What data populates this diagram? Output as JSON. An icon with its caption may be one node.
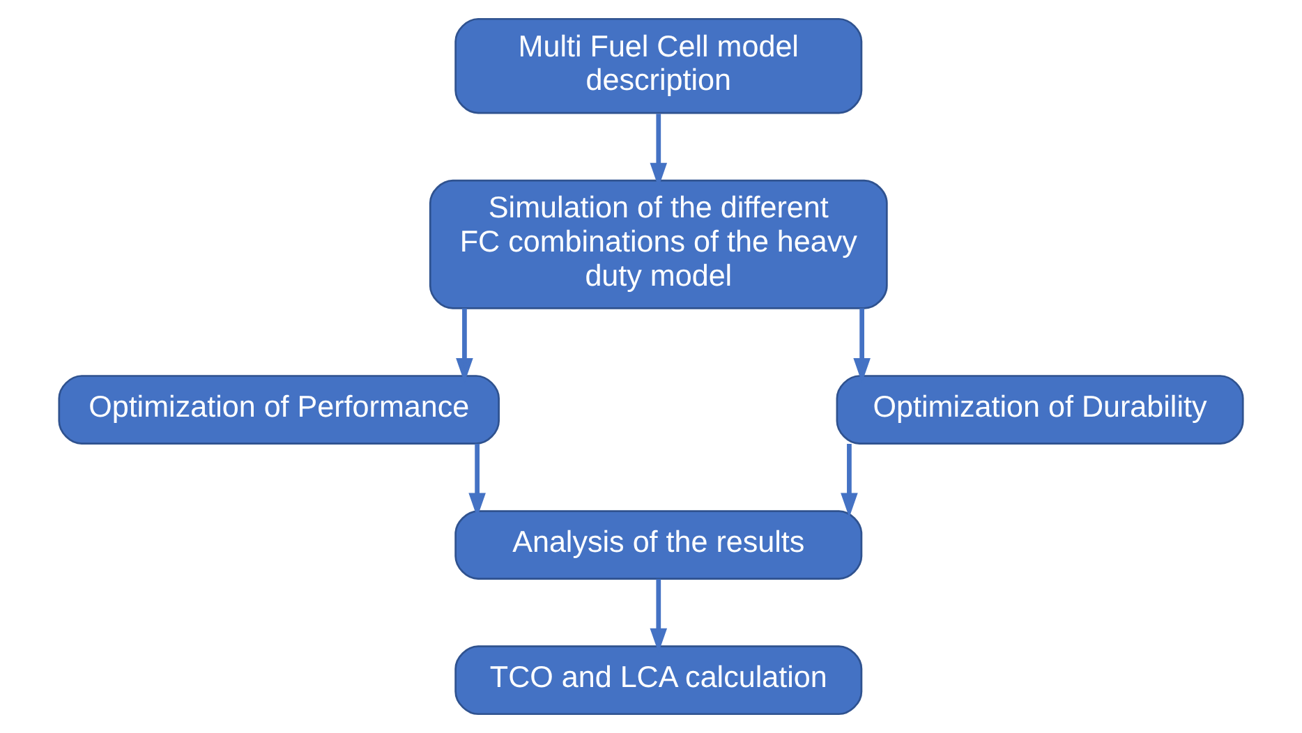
{
  "diagram": {
    "nodes": [
      {
        "text": [
          "Multi Fuel Cell model description"
        ]
      },
      {
        "text": [
          "Simulation of the different FC combinations of the heavy duty model"
        ]
      },
      {
        "text": [
          "Optimization of Performance"
        ]
      },
      {
        "text": [
          "Optimization of Durability"
        ]
      },
      {
        "text": [
          "Analysis of the results"
        ]
      },
      {
        "text": [
          "TCO and LCA calculation"
        ]
      }
    ],
    "edges": [
      {
        "from": 0,
        "to": 1,
        "arrow": "to"
      },
      {
        "from": 1,
        "to": 2,
        "arrow": "to"
      },
      {
        "from": 1,
        "to": 3,
        "arrow": "to"
      },
      {
        "from": 2,
        "to": 4,
        "arrow": "to"
      },
      {
        "from": 3,
        "to": 4,
        "arrow": "to"
      },
      {
        "from": 4,
        "to": 5,
        "arrow": "to"
      }
    ]
  }
}
